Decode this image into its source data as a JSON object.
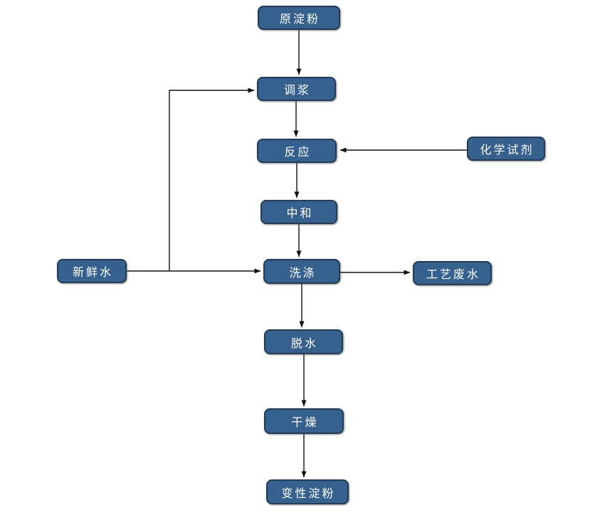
{
  "diagram": {
    "type": "flowchart",
    "background": "#FFFFFF",
    "colors": {
      "node_fill": "#36618E",
      "node_border": "#233C55",
      "node_text": "#FFFFFF",
      "connector": "#111111"
    },
    "nodes": [
      {
        "id": "raw-starch",
        "label": "原淀粉"
      },
      {
        "id": "slurry-mixing",
        "label": "调浆"
      },
      {
        "id": "reaction",
        "label": "反应"
      },
      {
        "id": "chemical-reagent",
        "label": "化学试剂"
      },
      {
        "id": "neutralization",
        "label": "中和"
      },
      {
        "id": "washing",
        "label": "洗涤"
      },
      {
        "id": "fresh-water",
        "label": "新鲜水"
      },
      {
        "id": "process-wastewater",
        "label": "工艺废水"
      },
      {
        "id": "dewatering",
        "label": "脱水"
      },
      {
        "id": "drying",
        "label": "干燥"
      },
      {
        "id": "modified-starch",
        "label": "变性淀粉"
      }
    ],
    "edges": [
      {
        "from": "原淀粉",
        "to": "调浆"
      },
      {
        "from": "新鲜水",
        "to": "调浆"
      },
      {
        "from": "调浆",
        "to": "反应"
      },
      {
        "from": "化学试剂",
        "to": "反应"
      },
      {
        "from": "反应",
        "to": "中和"
      },
      {
        "from": "中和",
        "to": "洗涤"
      },
      {
        "from": "新鲜水",
        "to": "洗涤"
      },
      {
        "from": "洗涤",
        "to": "工艺废水"
      },
      {
        "from": "洗涤",
        "to": "脱水"
      },
      {
        "from": "脱水",
        "to": "干燥"
      },
      {
        "from": "干燥",
        "to": "变性淀粉"
      }
    ]
  }
}
